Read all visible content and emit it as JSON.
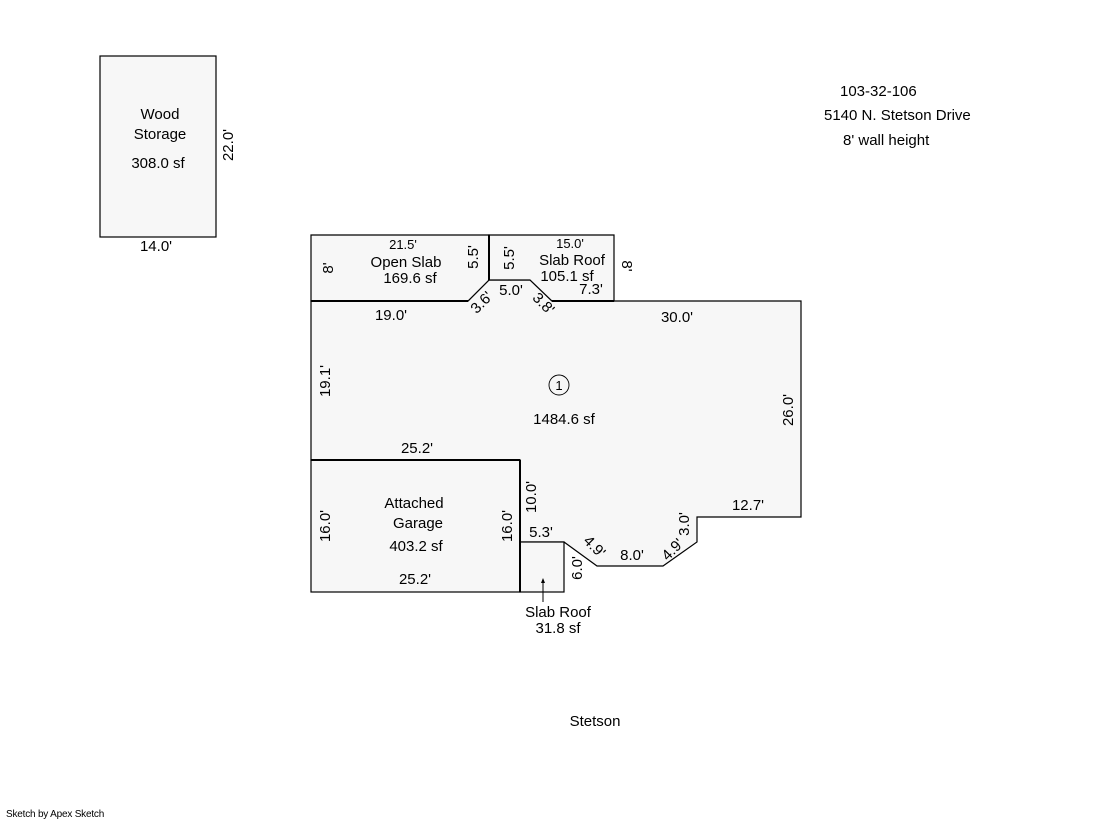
{
  "header": {
    "parcel": "103-32-106",
    "address": "5140 N. Stetson Drive",
    "wall_height": "8' wall height"
  },
  "street": "Stetson",
  "credit": "Sketch by Apex Sketch",
  "areas": {
    "wood_storage": {
      "name_1": "Wood",
      "name_2": "Storage",
      "area": "308.0 sf",
      "dim_right": "22.0'",
      "dim_bottom": "14.0'"
    },
    "open_slab": {
      "name": "Open Slab",
      "area": "169.6 sf",
      "dim_top": "21.5'",
      "dim_left": "8'",
      "dim_right": "5.5'",
      "dim_bottom": "19.0'",
      "dim_diag": "3.6'"
    },
    "slab_roof_upper": {
      "name": "Slab Roof",
      "area": "105.1 sf",
      "dim_top": "15.0'",
      "dim_left": "5.5'",
      "dim_right": "8'",
      "dim_notch": "5.0'",
      "dim_diag": "3.8'",
      "dim_bottom": "7.3'"
    },
    "main": {
      "marker": "1",
      "area": "1484.6 sf",
      "dim_top": "30.0'",
      "dim_left": "19.1'",
      "dim_right": "26.0'",
      "dim_garage_top": "25.2'",
      "dim_step": "12.7'",
      "dim_step_v": "3.0'",
      "dim_diag_right": "4.9'",
      "dim_bottom": "8.0'",
      "dim_diag_left": "4.9'",
      "dim_inner_v": "10.0'"
    },
    "garage": {
      "name_1": "Attached",
      "name_2": "Garage",
      "area": "403.2 sf",
      "dim_left": "16.0'",
      "dim_right": "16.0'",
      "dim_bottom": "25.2'"
    },
    "slab_roof_lower": {
      "name": "Slab Roof",
      "area": "31.8 sf",
      "dim_top": "5.3'",
      "dim_right": "6.0'"
    }
  }
}
